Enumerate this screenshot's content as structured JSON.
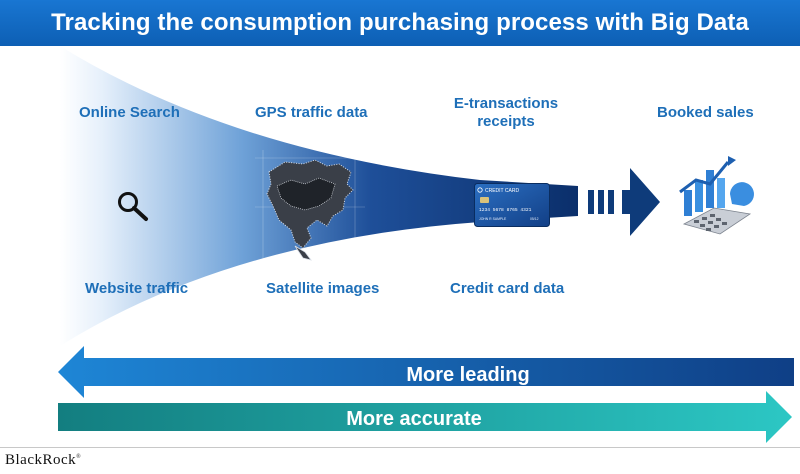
{
  "title": "Tracking the consumption purchasing process with Big Data",
  "labels": {
    "online_search": "Online Search",
    "website_traffic": "Website traffic",
    "gps_traffic": "GPS traffic data",
    "satellite_images": "Satellite images",
    "etransactions_line1": "E-transactions",
    "etransactions_line2": "receipts",
    "credit_card_data": "Credit card data",
    "booked_sales": "Booked sales"
  },
  "credit_card": {
    "header": "CREDIT CARD",
    "number": "1234  5678  8765  4321",
    "holder": "JOHN R SAMPLE",
    "expiry": "05/12"
  },
  "arrows": {
    "leading": "More leading",
    "accurate": "More accurate"
  },
  "logo": {
    "text": "BlackRock",
    "mark": "®"
  },
  "colors": {
    "title_bar": "#1976d2",
    "label_text": "#1e6fb8",
    "funnel_dark": "#0b2f6b",
    "leading_arrow": "#1a6fc4",
    "accurate_arrow": "#1aa7a8"
  }
}
